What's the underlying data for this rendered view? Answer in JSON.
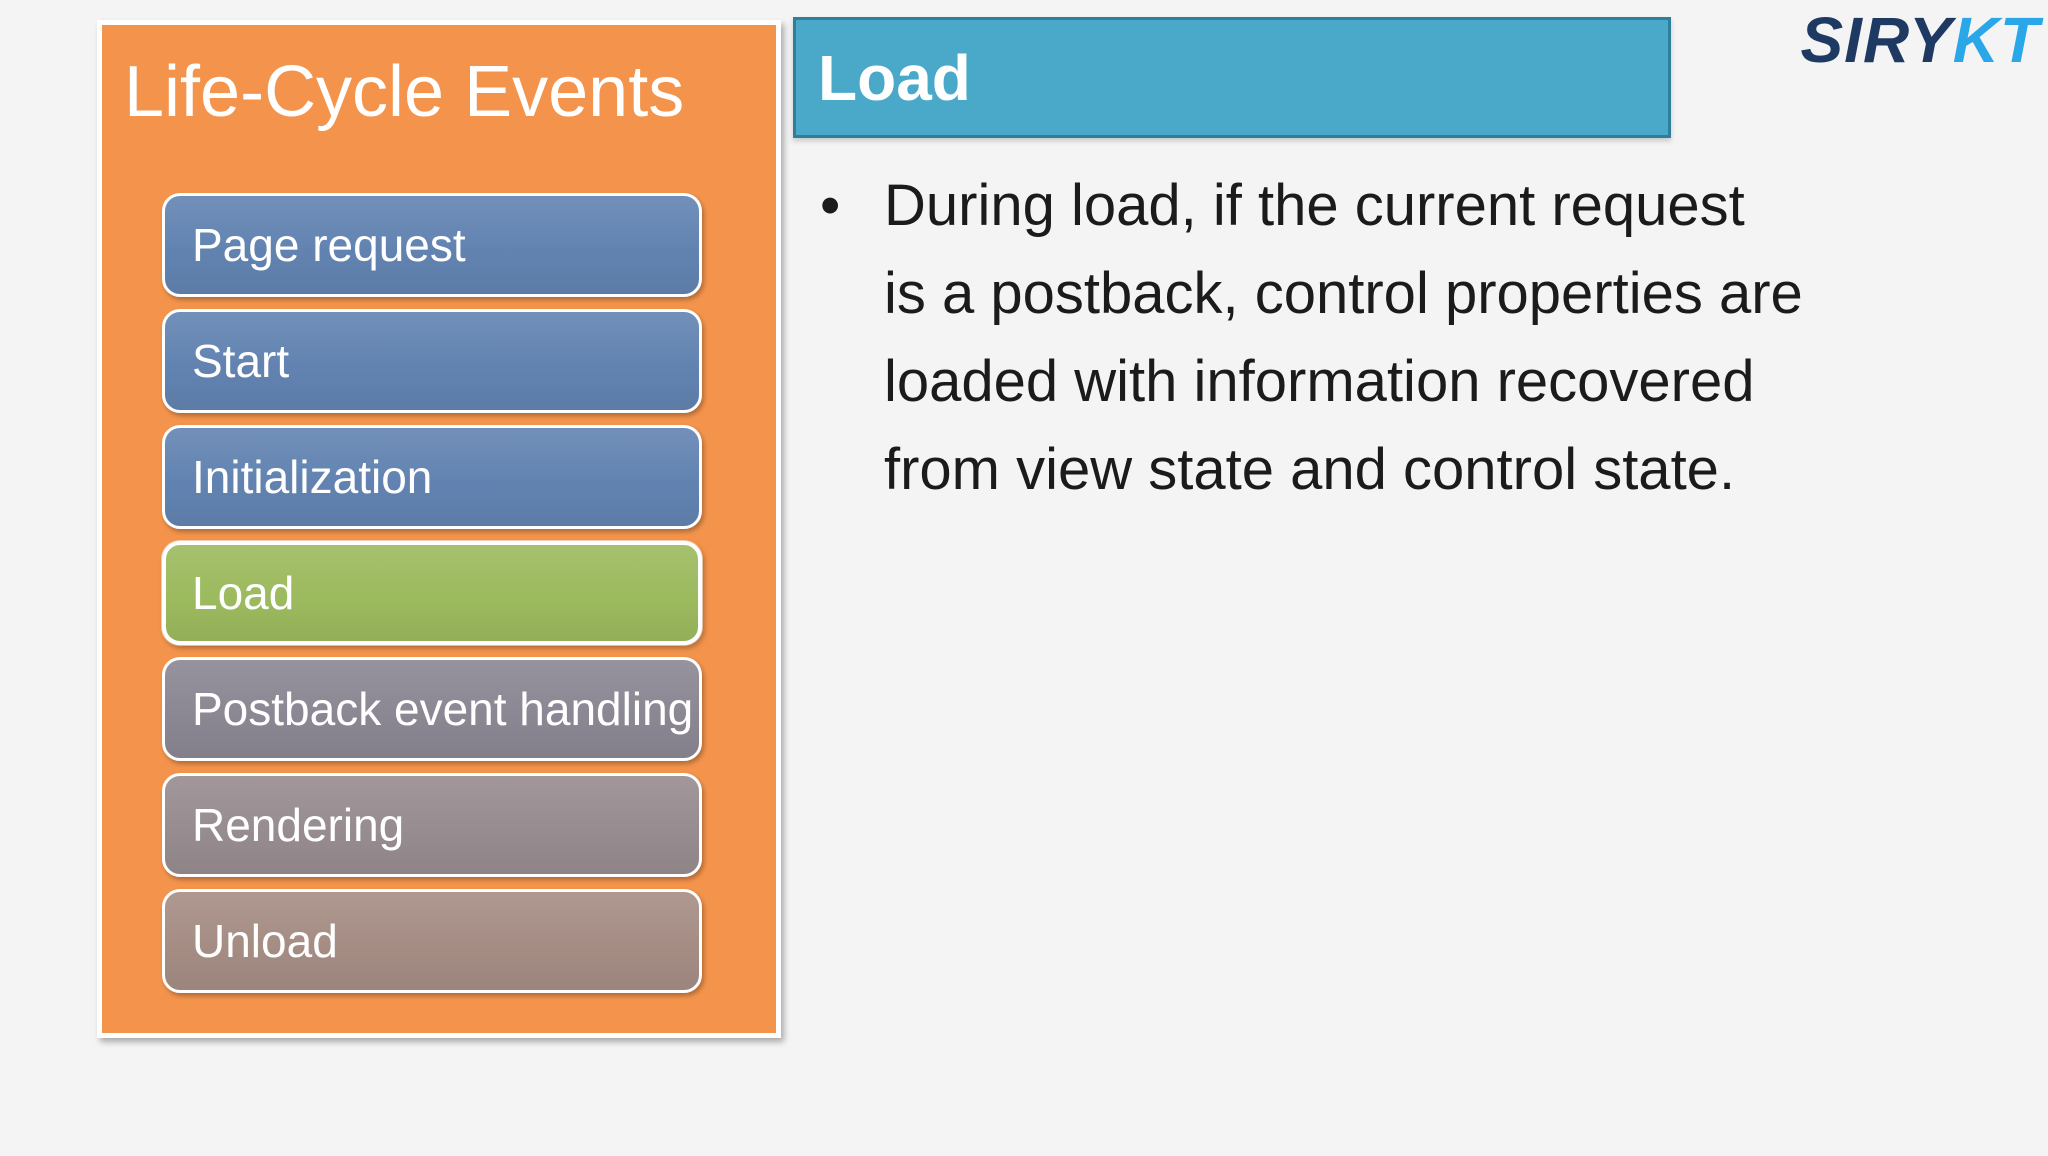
{
  "slide": {
    "background_color": "#f5f4f5",
    "text_color": "#1b1b1b"
  },
  "logo": {
    "part1": "SIRY",
    "part1_color": "#1e3a62",
    "part2": "KT",
    "part2_color": "#29a7e8"
  },
  "left_panel": {
    "title": "Life-Cycle Events",
    "background_color": "#f4944c",
    "items": [
      {
        "label": "Page request",
        "color": "#6283b1",
        "selected": false
      },
      {
        "label": "Start",
        "color": "#6283b1",
        "selected": false
      },
      {
        "label": "Initialization",
        "color": "#6283b1",
        "selected": false
      },
      {
        "label": "Load",
        "color": "#9cba5e",
        "selected": true
      },
      {
        "label": "Postback event handling",
        "color": "#8b8793",
        "selected": false
      },
      {
        "label": "Rendering",
        "color": "#978c8f",
        "selected": false
      },
      {
        "label": "Unload",
        "color": "#a58d84",
        "selected": false
      }
    ]
  },
  "content": {
    "heading": "Load",
    "heading_bg": "#4aa9c8",
    "heading_border": "#2f7e9b",
    "bullet_glyph": "•",
    "bullet_lines": [
      "During load, if the current request",
      "is a postback, control properties are",
      "loaded with information recovered",
      "from view state and control state."
    ]
  }
}
